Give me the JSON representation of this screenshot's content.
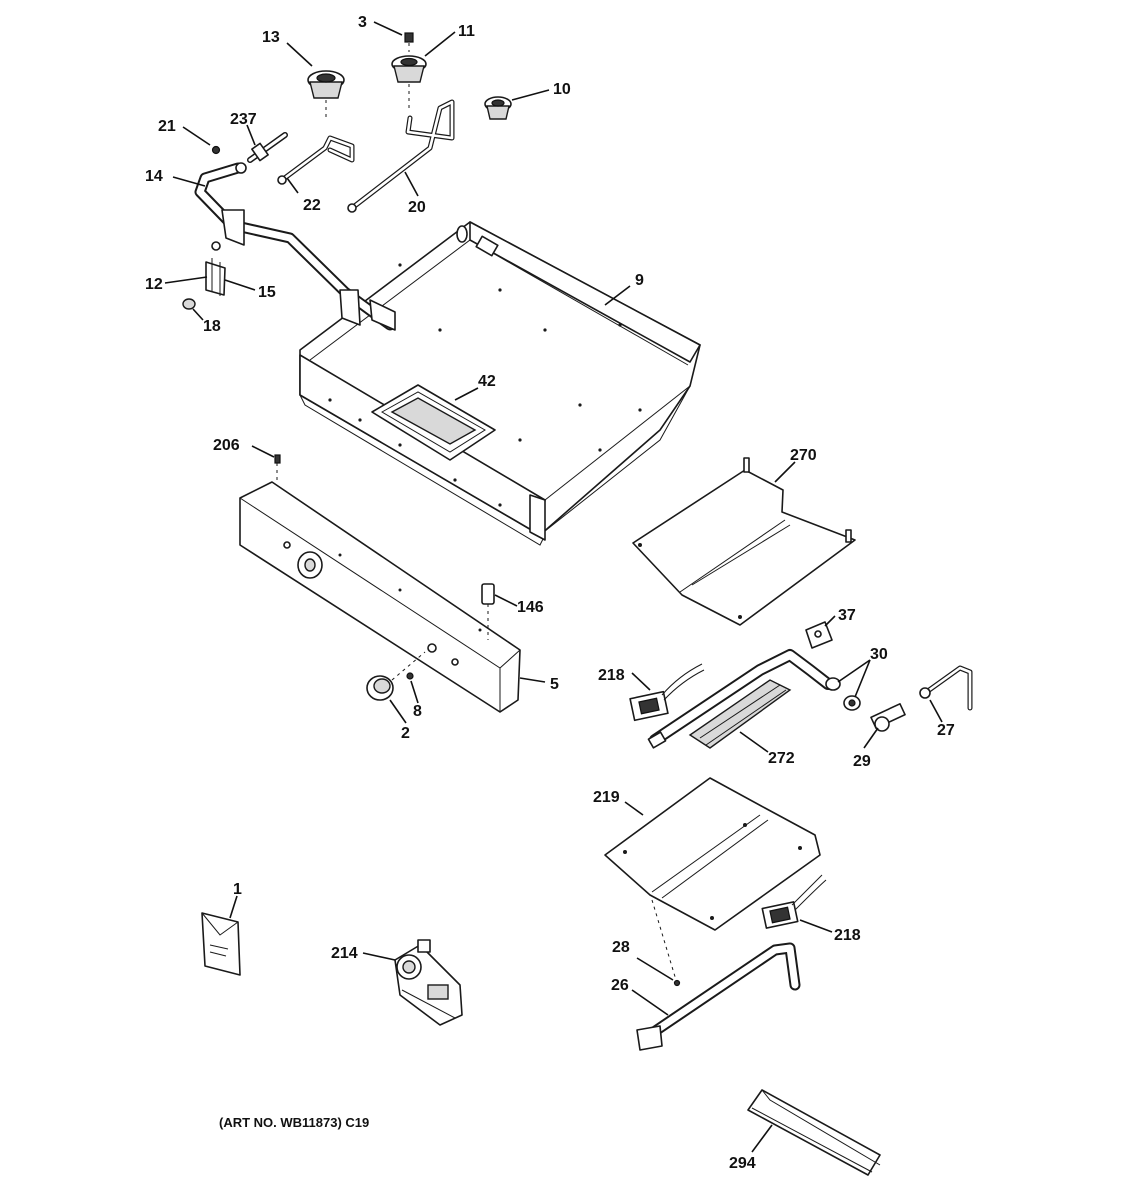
{
  "caption": "(ART NO. WB11873) C19",
  "labels": {
    "p1": "1",
    "p2": "2",
    "p3": "3",
    "p5": "5",
    "p8": "8",
    "p9": "9",
    "p10": "10",
    "p11": "11",
    "p12": "12",
    "p13": "13",
    "p14": "14",
    "p15": "15",
    "p18": "18",
    "p20": "20",
    "p21": "21",
    "p22": "22",
    "p26": "26",
    "p27": "27",
    "p28": "28",
    "p29": "29",
    "p30": "30",
    "p37": "37",
    "p42": "42",
    "p146": "146",
    "p206": "206",
    "p214": "214",
    "p218a": "218",
    "p218b": "218",
    "p219": "219",
    "p237": "237",
    "p270": "270",
    "p272": "272",
    "p294": "294"
  }
}
